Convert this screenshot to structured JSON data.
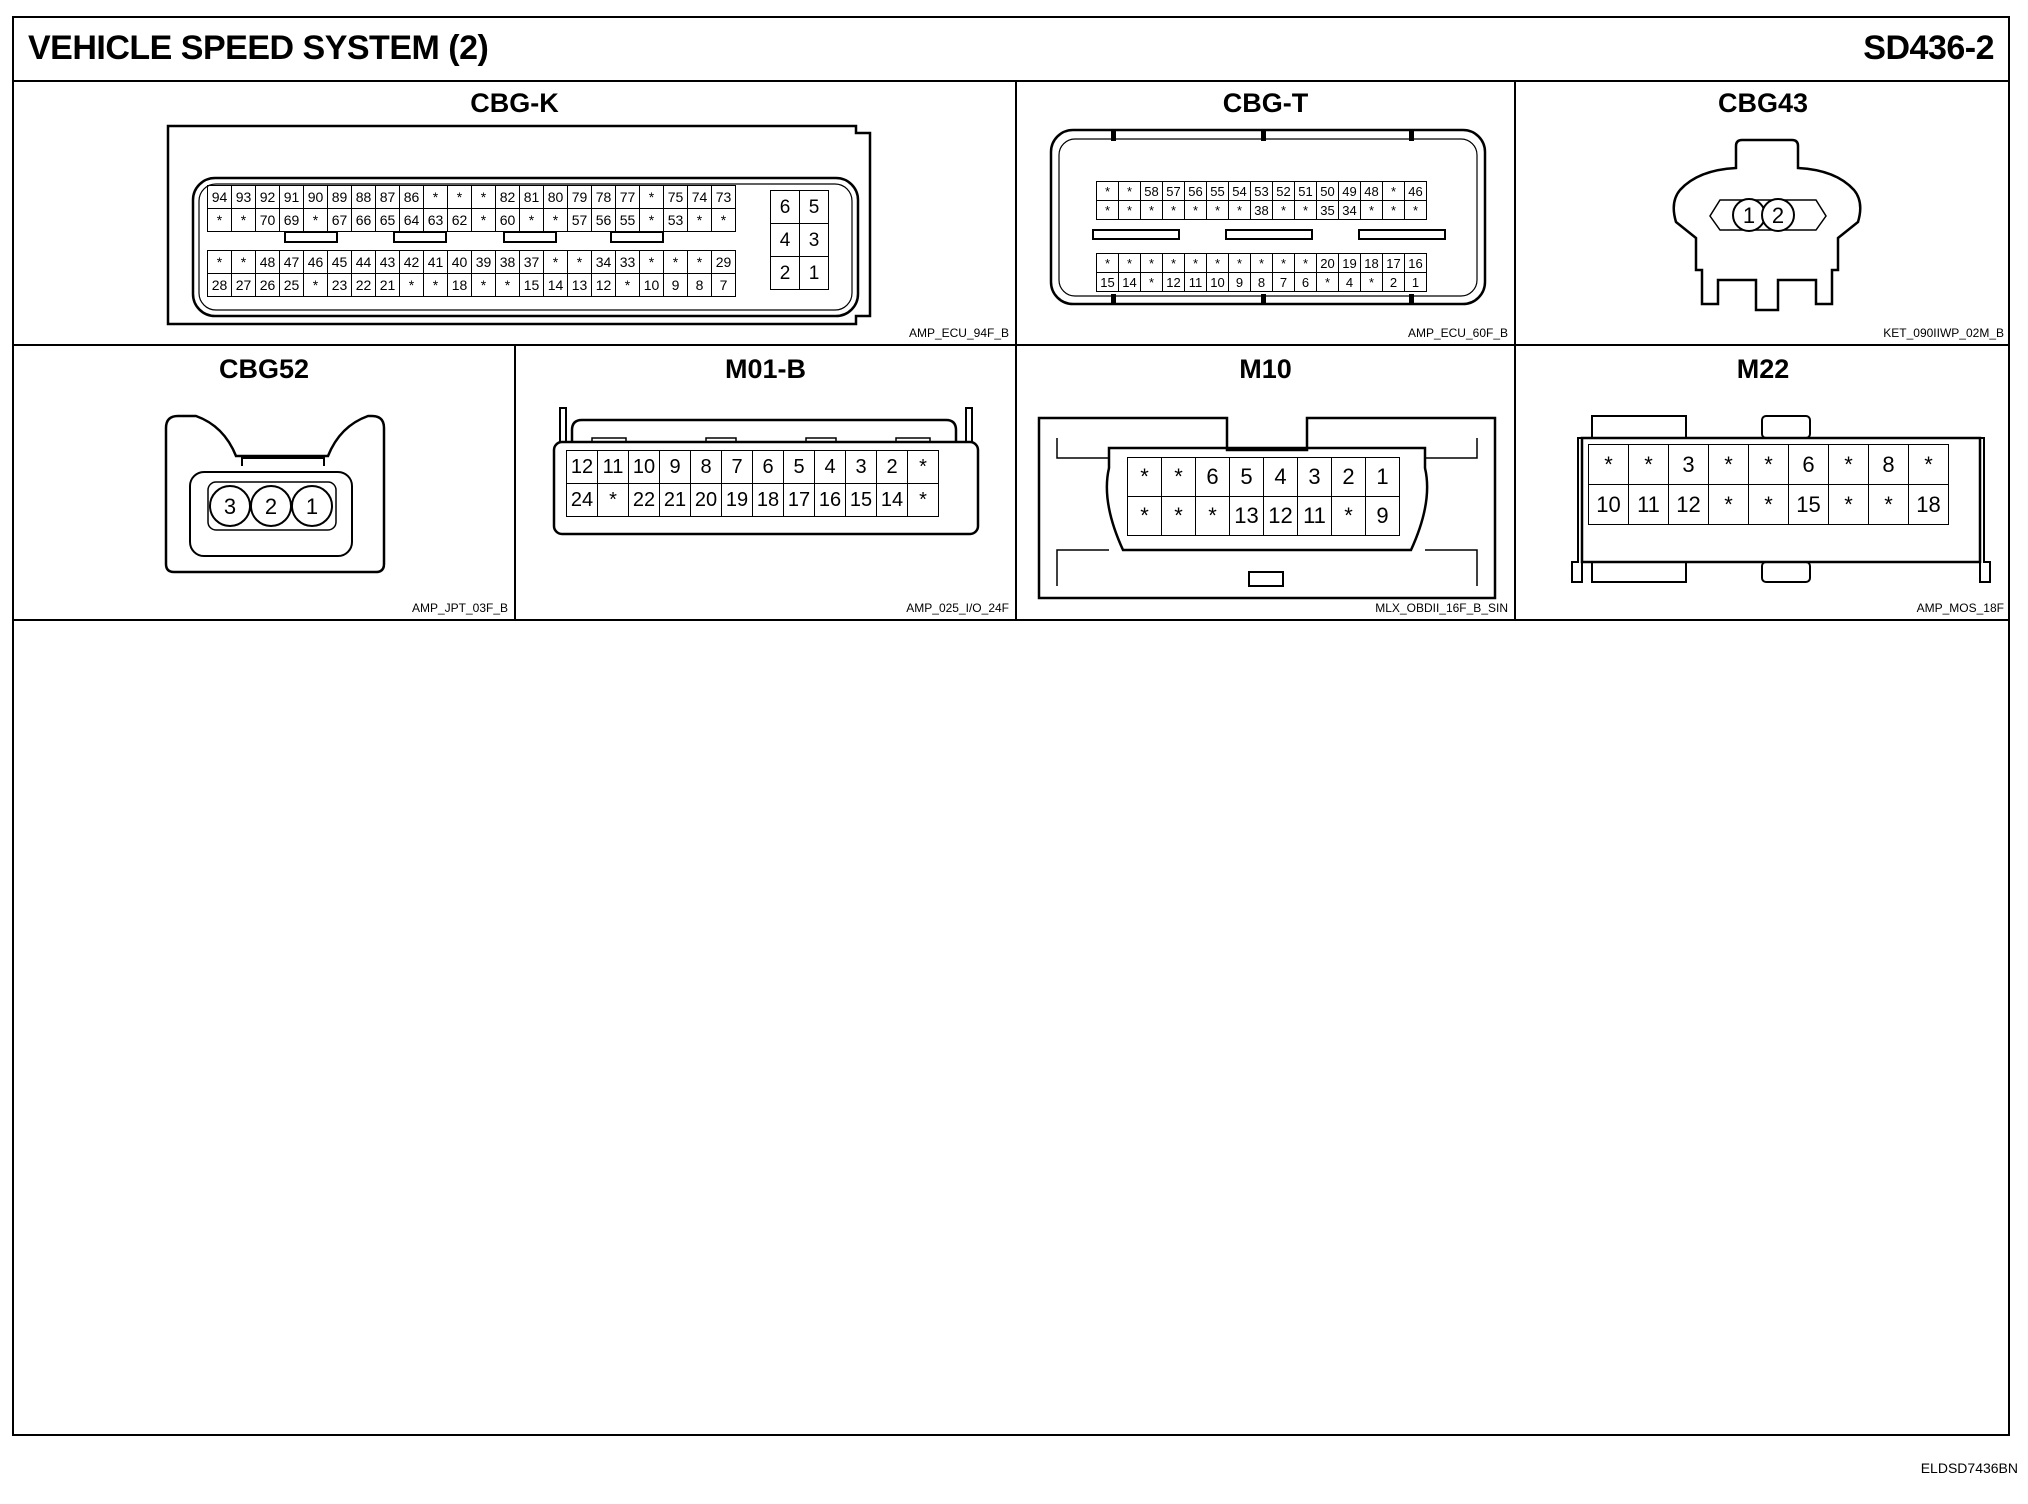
{
  "header": {
    "title": "VEHICLE SPEED SYSTEM (2)",
    "code": "SD436-2"
  },
  "footer": {
    "code": "ELDSD7436BN"
  },
  "connectors": {
    "cbgk": {
      "name": "CBG-K",
      "label": "AMP_ECU_94F_B",
      "upper": [
        [
          "94",
          "93",
          "92",
          "91",
          "90",
          "89",
          "88",
          "87",
          "86",
          "*",
          "*",
          "*",
          "82",
          "81",
          "80",
          "79",
          "78",
          "77",
          "*",
          "75",
          "74",
          "73"
        ],
        [
          "*",
          "*",
          "70",
          "69",
          "*",
          "67",
          "66",
          "65",
          "64",
          "63",
          "62",
          "*",
          "60",
          "*",
          "*",
          "57",
          "56",
          "55",
          "*",
          "53",
          "*",
          "*"
        ]
      ],
      "lower": [
        [
          "*",
          "*",
          "48",
          "47",
          "46",
          "45",
          "44",
          "43",
          "42",
          "41",
          "40",
          "39",
          "38",
          "37",
          "*",
          "*",
          "34",
          "33",
          "*",
          "*",
          "*",
          "29"
        ],
        [
          "28",
          "27",
          "26",
          "25",
          "*",
          "23",
          "22",
          "21",
          "*",
          "*",
          "18",
          "*",
          "*",
          "15",
          "14",
          "13",
          "12",
          "*",
          "10",
          "9",
          "8",
          "7"
        ]
      ],
      "side": [
        [
          "6",
          "5"
        ],
        [
          "4",
          "3"
        ],
        [
          "2",
          "1"
        ]
      ]
    },
    "cbgt": {
      "name": "CBG-T",
      "label": "AMP_ECU_60F_B",
      "upper": [
        [
          "*",
          "*",
          "58",
          "57",
          "56",
          "55",
          "54",
          "53",
          "52",
          "51",
          "50",
          "49",
          "48",
          "*",
          "46"
        ],
        [
          "*",
          "*",
          "*",
          "*",
          "*",
          "*",
          "*",
          "38",
          "*",
          "*",
          "35",
          "34",
          "*",
          "*",
          "*"
        ]
      ],
      "lower": [
        [
          "*",
          "*",
          "*",
          "*",
          "*",
          "*",
          "*",
          "*",
          "*",
          "*",
          "20",
          "19",
          "18",
          "17",
          "16"
        ],
        [
          "15",
          "14",
          "*",
          "12",
          "11",
          "10",
          "9",
          "8",
          "7",
          "6",
          "*",
          "4",
          "*",
          "2",
          "1"
        ]
      ]
    },
    "cbg43": {
      "name": "CBG43",
      "label": "KET_090IIWP_02M_B",
      "pins": [
        "1",
        "2"
      ]
    },
    "cbg52": {
      "name": "CBG52",
      "label": "AMP_JPT_03F_B",
      "pins": [
        "3",
        "2",
        "1"
      ]
    },
    "m01b": {
      "name": "M01-B",
      "label": "AMP_025_I/O_24F",
      "rows": [
        [
          "12",
          "11",
          "10",
          "9",
          "8",
          "7",
          "6",
          "5",
          "4",
          "3",
          "2",
          "*"
        ],
        [
          "24",
          "*",
          "22",
          "21",
          "20",
          "19",
          "18",
          "17",
          "16",
          "15",
          "14",
          "*"
        ]
      ]
    },
    "m10": {
      "name": "M10",
      "label": "MLX_OBDII_16F_B_SIN",
      "rows": [
        [
          "*",
          "*",
          "6",
          "5",
          "4",
          "3",
          "2",
          "1"
        ],
        [
          "*",
          "*",
          "*",
          "13",
          "12",
          "11",
          "*",
          "9"
        ]
      ]
    },
    "m22": {
      "name": "M22",
      "label": "AMP_MOS_18F",
      "rows": [
        [
          "*",
          "*",
          "3",
          "*",
          "*",
          "6",
          "*",
          "8",
          "*"
        ],
        [
          "10",
          "11",
          "12",
          "*",
          "*",
          "15",
          "*",
          "*",
          "18"
        ]
      ]
    }
  }
}
